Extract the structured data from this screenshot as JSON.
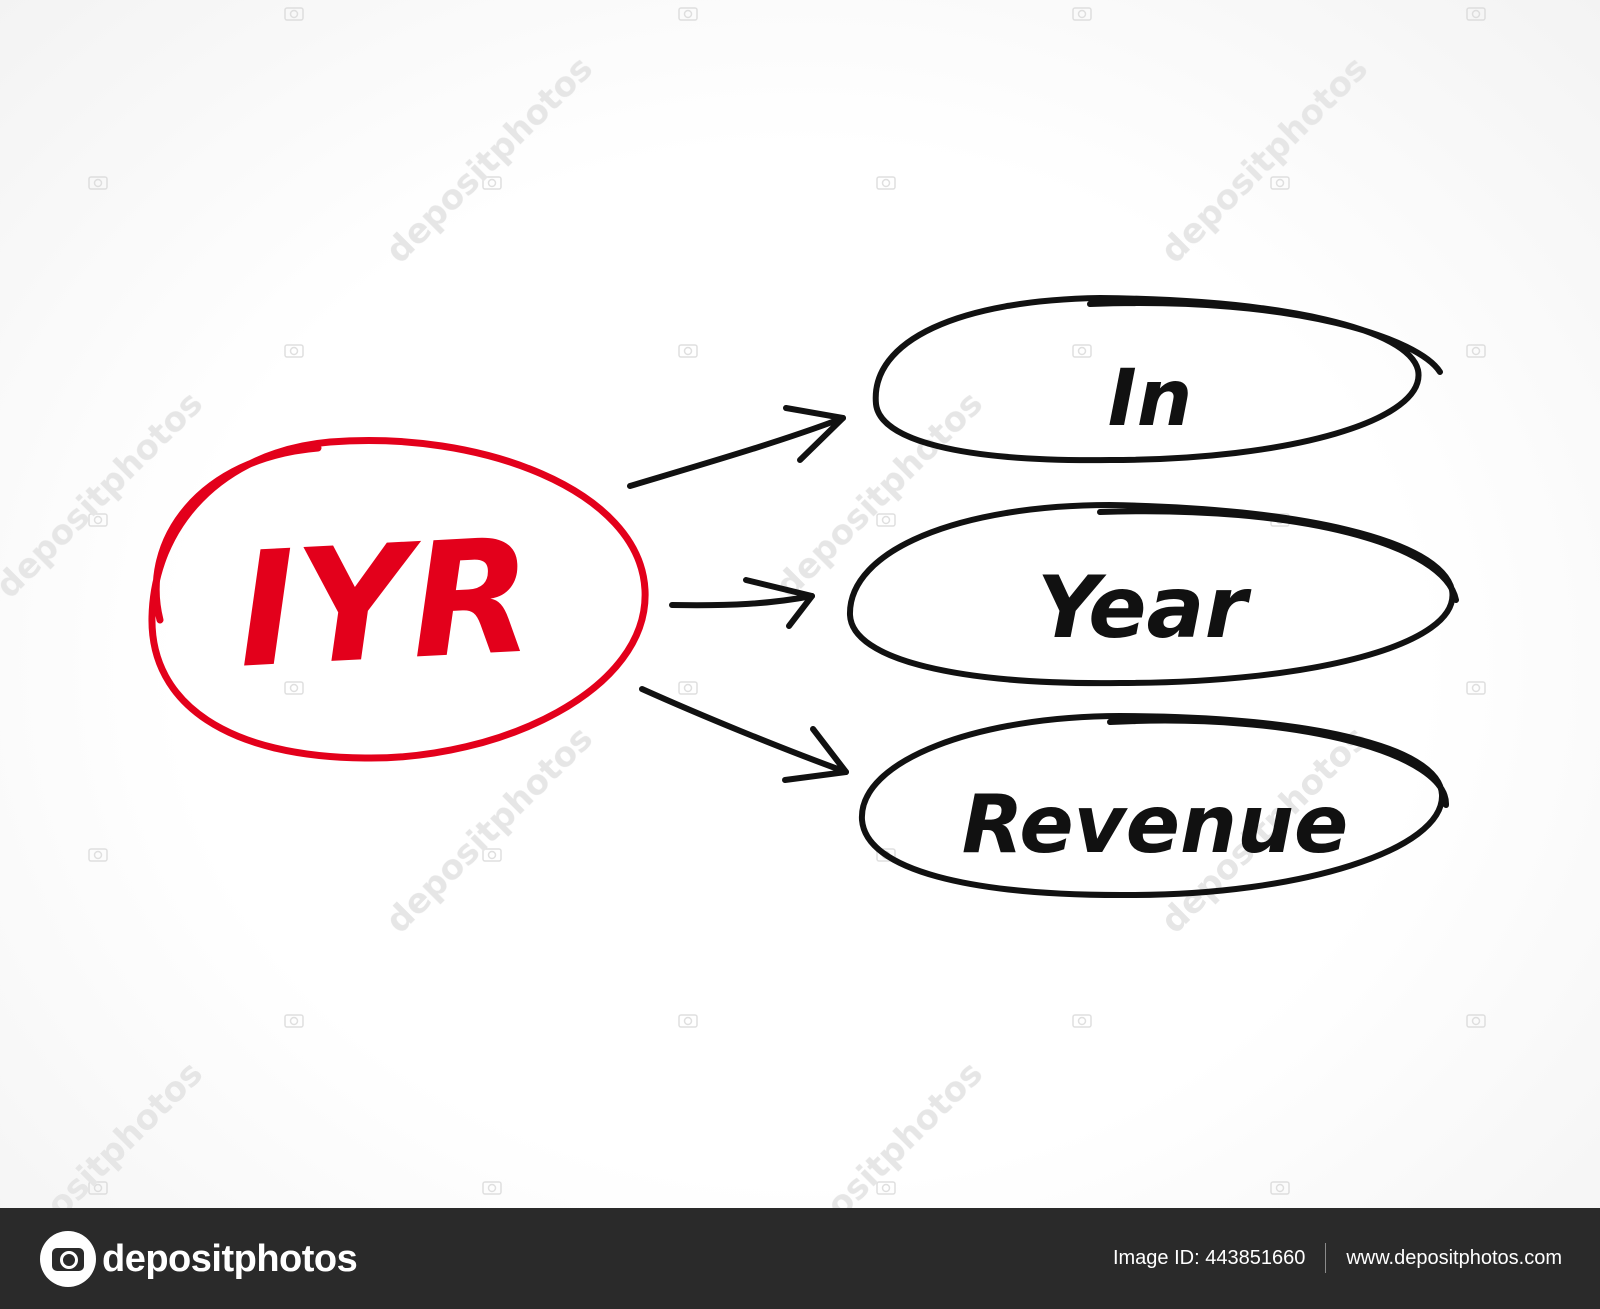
{
  "diagram": {
    "center": {
      "label": "IYR",
      "color": "#e3001b"
    },
    "items": [
      {
        "label": "In"
      },
      {
        "label": "Year"
      },
      {
        "label": "Revenue"
      }
    ],
    "stroke_color": "#111111"
  },
  "watermark": {
    "text": "depositphotos"
  },
  "footer": {
    "logo_text": "depositphotos",
    "image_id": "Image ID: 443851660",
    "website": "www.depositphotos.com"
  }
}
